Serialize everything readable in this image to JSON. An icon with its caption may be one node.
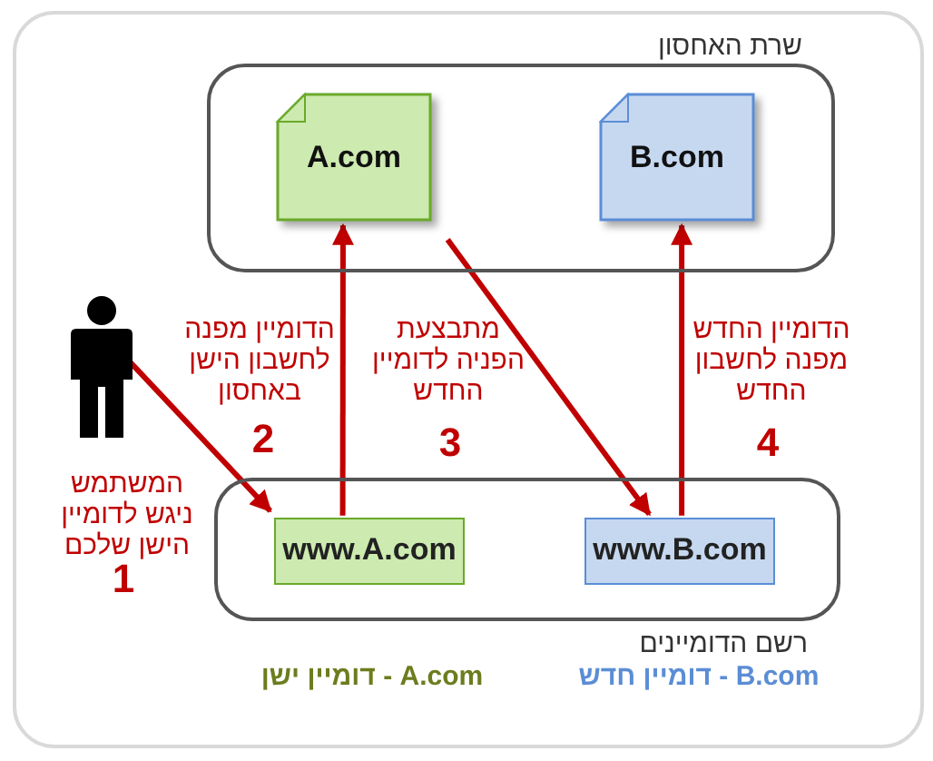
{
  "diagram": {
    "nodes": [
      {
        "text": [
          "שרת האחסון"
        ]
      },
      {
        "text": [
          "A.com"
        ],
        "in": 0
      },
      {
        "text": [
          "B.com"
        ],
        "in": 0
      },
      {
        "text": [
          "רשם הדומיינים"
        ]
      },
      {
        "text": [
          "www.A.com"
        ],
        "in": 3
      },
      {
        "text": [
          "www.B.com"
        ],
        "in": 3
      },
      {
        "text": [],
        "shape": "person"
      }
    ],
    "edges": [
      {
        "from": 6,
        "to": 4,
        "arrow": "to"
      },
      {
        "from": 4,
        "to": 1,
        "arrow": "to"
      },
      {
        "from": 1,
        "to": 5,
        "arrow": "to"
      },
      {
        "from": 5,
        "to": 2,
        "arrow": "to"
      }
    ],
    "labels": [
      "הדומיין מפנה לחשבון הישן באחסון",
      "2",
      "מתבצעת הפניה לדומיין החדש",
      "3",
      "הדומיין החדש מפנה לחשבון החדש",
      "4",
      "המשתמש ניגש לדומיין הישן שלכם",
      "1",
      "A.com - דומיין ישן",
      "B.com - דומיין חדש"
    ]
  }
}
